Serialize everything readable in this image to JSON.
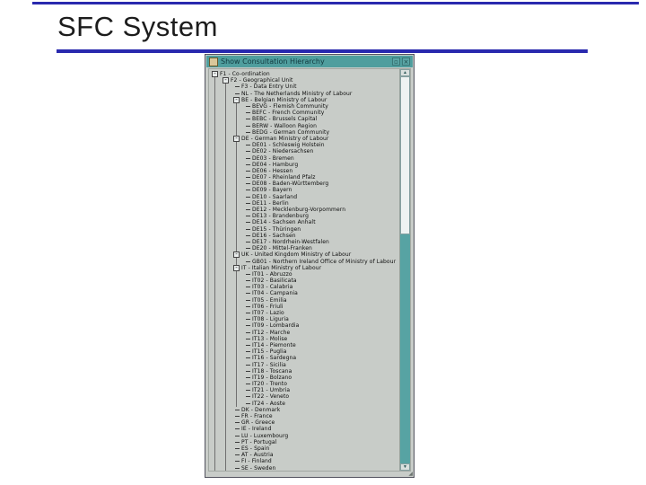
{
  "slide": {
    "title": "SFC System",
    "accent_color": "#2929ae"
  },
  "window": {
    "title": "Show Consultation Hierarchy",
    "controls": {
      "maximize": "▫",
      "close": "×"
    },
    "scrollbar": {
      "up": "▲",
      "down": "▼",
      "track_color": "#57a3a3"
    },
    "tree": {
      "rows": [
        {
          "text": "F1 - Co-ordination",
          "depth": 0,
          "toggle": true
        },
        {
          "text": "F2 - Geographical Unit",
          "depth": 1,
          "toggle": true
        },
        {
          "text": "F3 - Data Entry Unit",
          "depth": 2,
          "toggle": false
        },
        {
          "text": "NL - The Netherlands Ministry of Labour",
          "depth": 2,
          "toggle": false
        },
        {
          "text": "BE - Belgian Ministry of Labour",
          "depth": 2,
          "toggle": true
        },
        {
          "text": "BEVG - Flemish Community",
          "depth": 3,
          "toggle": false
        },
        {
          "text": "BEFC - French Community",
          "depth": 3,
          "toggle": false
        },
        {
          "text": "BEBC - Brussels Capital",
          "depth": 3,
          "toggle": false
        },
        {
          "text": "BERW - Walloon Region",
          "depth": 3,
          "toggle": false
        },
        {
          "text": "BEDG - German Community",
          "depth": 3,
          "toggle": false
        },
        {
          "text": "DE - German Ministry of Labour",
          "depth": 2,
          "toggle": true
        },
        {
          "text": "DE01 - Schleswig Holstein",
          "depth": 3,
          "toggle": false
        },
        {
          "text": "DE02 - Niedersachsen",
          "depth": 3,
          "toggle": false
        },
        {
          "text": "DE03 - Bremen",
          "depth": 3,
          "toggle": false
        },
        {
          "text": "DE04 - Hamburg",
          "depth": 3,
          "toggle": false
        },
        {
          "text": "DE06 - Hessen",
          "depth": 3,
          "toggle": false
        },
        {
          "text": "DE07 - Rheinland Pfalz",
          "depth": 3,
          "toggle": false
        },
        {
          "text": "DE08 - Baden-Württemberg",
          "depth": 3,
          "toggle": false
        },
        {
          "text": "DE09 - Bayern",
          "depth": 3,
          "toggle": false
        },
        {
          "text": "DE10 - Saarland",
          "depth": 3,
          "toggle": false
        },
        {
          "text": "DE11 - Berlin",
          "depth": 3,
          "toggle": false
        },
        {
          "text": "DE12 - Mecklenburg-Vorpommern",
          "depth": 3,
          "toggle": false
        },
        {
          "text": "DE13 - Brandenburg",
          "depth": 3,
          "toggle": false
        },
        {
          "text": "DE14 - Sachsen Anhalt",
          "depth": 3,
          "toggle": false
        },
        {
          "text": "DE15 - Thüringen",
          "depth": 3,
          "toggle": false
        },
        {
          "text": "DE16 - Sachsen",
          "depth": 3,
          "toggle": false
        },
        {
          "text": "DE17 - Nordrhein-Westfalen",
          "depth": 3,
          "toggle": false
        },
        {
          "text": "DE20 - Mittel-Franken",
          "depth": 3,
          "toggle": false
        },
        {
          "text": "UK - United Kingdom Ministry of Labour",
          "depth": 2,
          "toggle": true
        },
        {
          "text": "GB01 - Northern Ireland Office of Ministry of Labour",
          "depth": 3,
          "toggle": false
        },
        {
          "text": "IT - Italian Ministry of Labour",
          "depth": 2,
          "toggle": true
        },
        {
          "text": "IT01 - Abruzzo",
          "depth": 3,
          "toggle": false
        },
        {
          "text": "IT02 - Basilicata",
          "depth": 3,
          "toggle": false
        },
        {
          "text": "IT03 - Calabria",
          "depth": 3,
          "toggle": false
        },
        {
          "text": "IT04 - Campania",
          "depth": 3,
          "toggle": false
        },
        {
          "text": "IT05 - Emilia",
          "depth": 3,
          "toggle": false
        },
        {
          "text": "IT06 - Friuli",
          "depth": 3,
          "toggle": false
        },
        {
          "text": "IT07 - Lazio",
          "depth": 3,
          "toggle": false
        },
        {
          "text": "IT08 - Liguria",
          "depth": 3,
          "toggle": false
        },
        {
          "text": "IT09 - Lombardia",
          "depth": 3,
          "toggle": false
        },
        {
          "text": "IT12 - Marche",
          "depth": 3,
          "toggle": false
        },
        {
          "text": "IT13 - Molise",
          "depth": 3,
          "toggle": false
        },
        {
          "text": "IT14 - Piemonte",
          "depth": 3,
          "toggle": false
        },
        {
          "text": "IT15 - Puglia",
          "depth": 3,
          "toggle": false
        },
        {
          "text": "IT16 - Sardegna",
          "depth": 3,
          "toggle": false
        },
        {
          "text": "IT17 - Sicilia",
          "depth": 3,
          "toggle": false
        },
        {
          "text": "IT18 - Toscana",
          "depth": 3,
          "toggle": false
        },
        {
          "text": "IT19 - Bolzano",
          "depth": 3,
          "toggle": false
        },
        {
          "text": "IT20 - Trento",
          "depth": 3,
          "toggle": false
        },
        {
          "text": "IT21 - Umbria",
          "depth": 3,
          "toggle": false
        },
        {
          "text": "IT22 - Veneto",
          "depth": 3,
          "toggle": false
        },
        {
          "text": "IT24 - Aoste",
          "depth": 3,
          "toggle": false
        },
        {
          "text": "DK - Denmark",
          "depth": 2,
          "toggle": false
        },
        {
          "text": "FR - France",
          "depth": 2,
          "toggle": false
        },
        {
          "text": "GR - Greece",
          "depth": 2,
          "toggle": false
        },
        {
          "text": "IE - Ireland",
          "depth": 2,
          "toggle": false
        },
        {
          "text": "LU - Luxembourg",
          "depth": 2,
          "toggle": false
        },
        {
          "text": "PT - Portugal",
          "depth": 2,
          "toggle": false
        },
        {
          "text": "ES - Spain",
          "depth": 2,
          "toggle": false
        },
        {
          "text": "AT - Austria",
          "depth": 2,
          "toggle": false
        },
        {
          "text": "FI - Finland",
          "depth": 2,
          "toggle": false
        },
        {
          "text": "SE - Sweden",
          "depth": 2,
          "toggle": false
        }
      ]
    }
  }
}
